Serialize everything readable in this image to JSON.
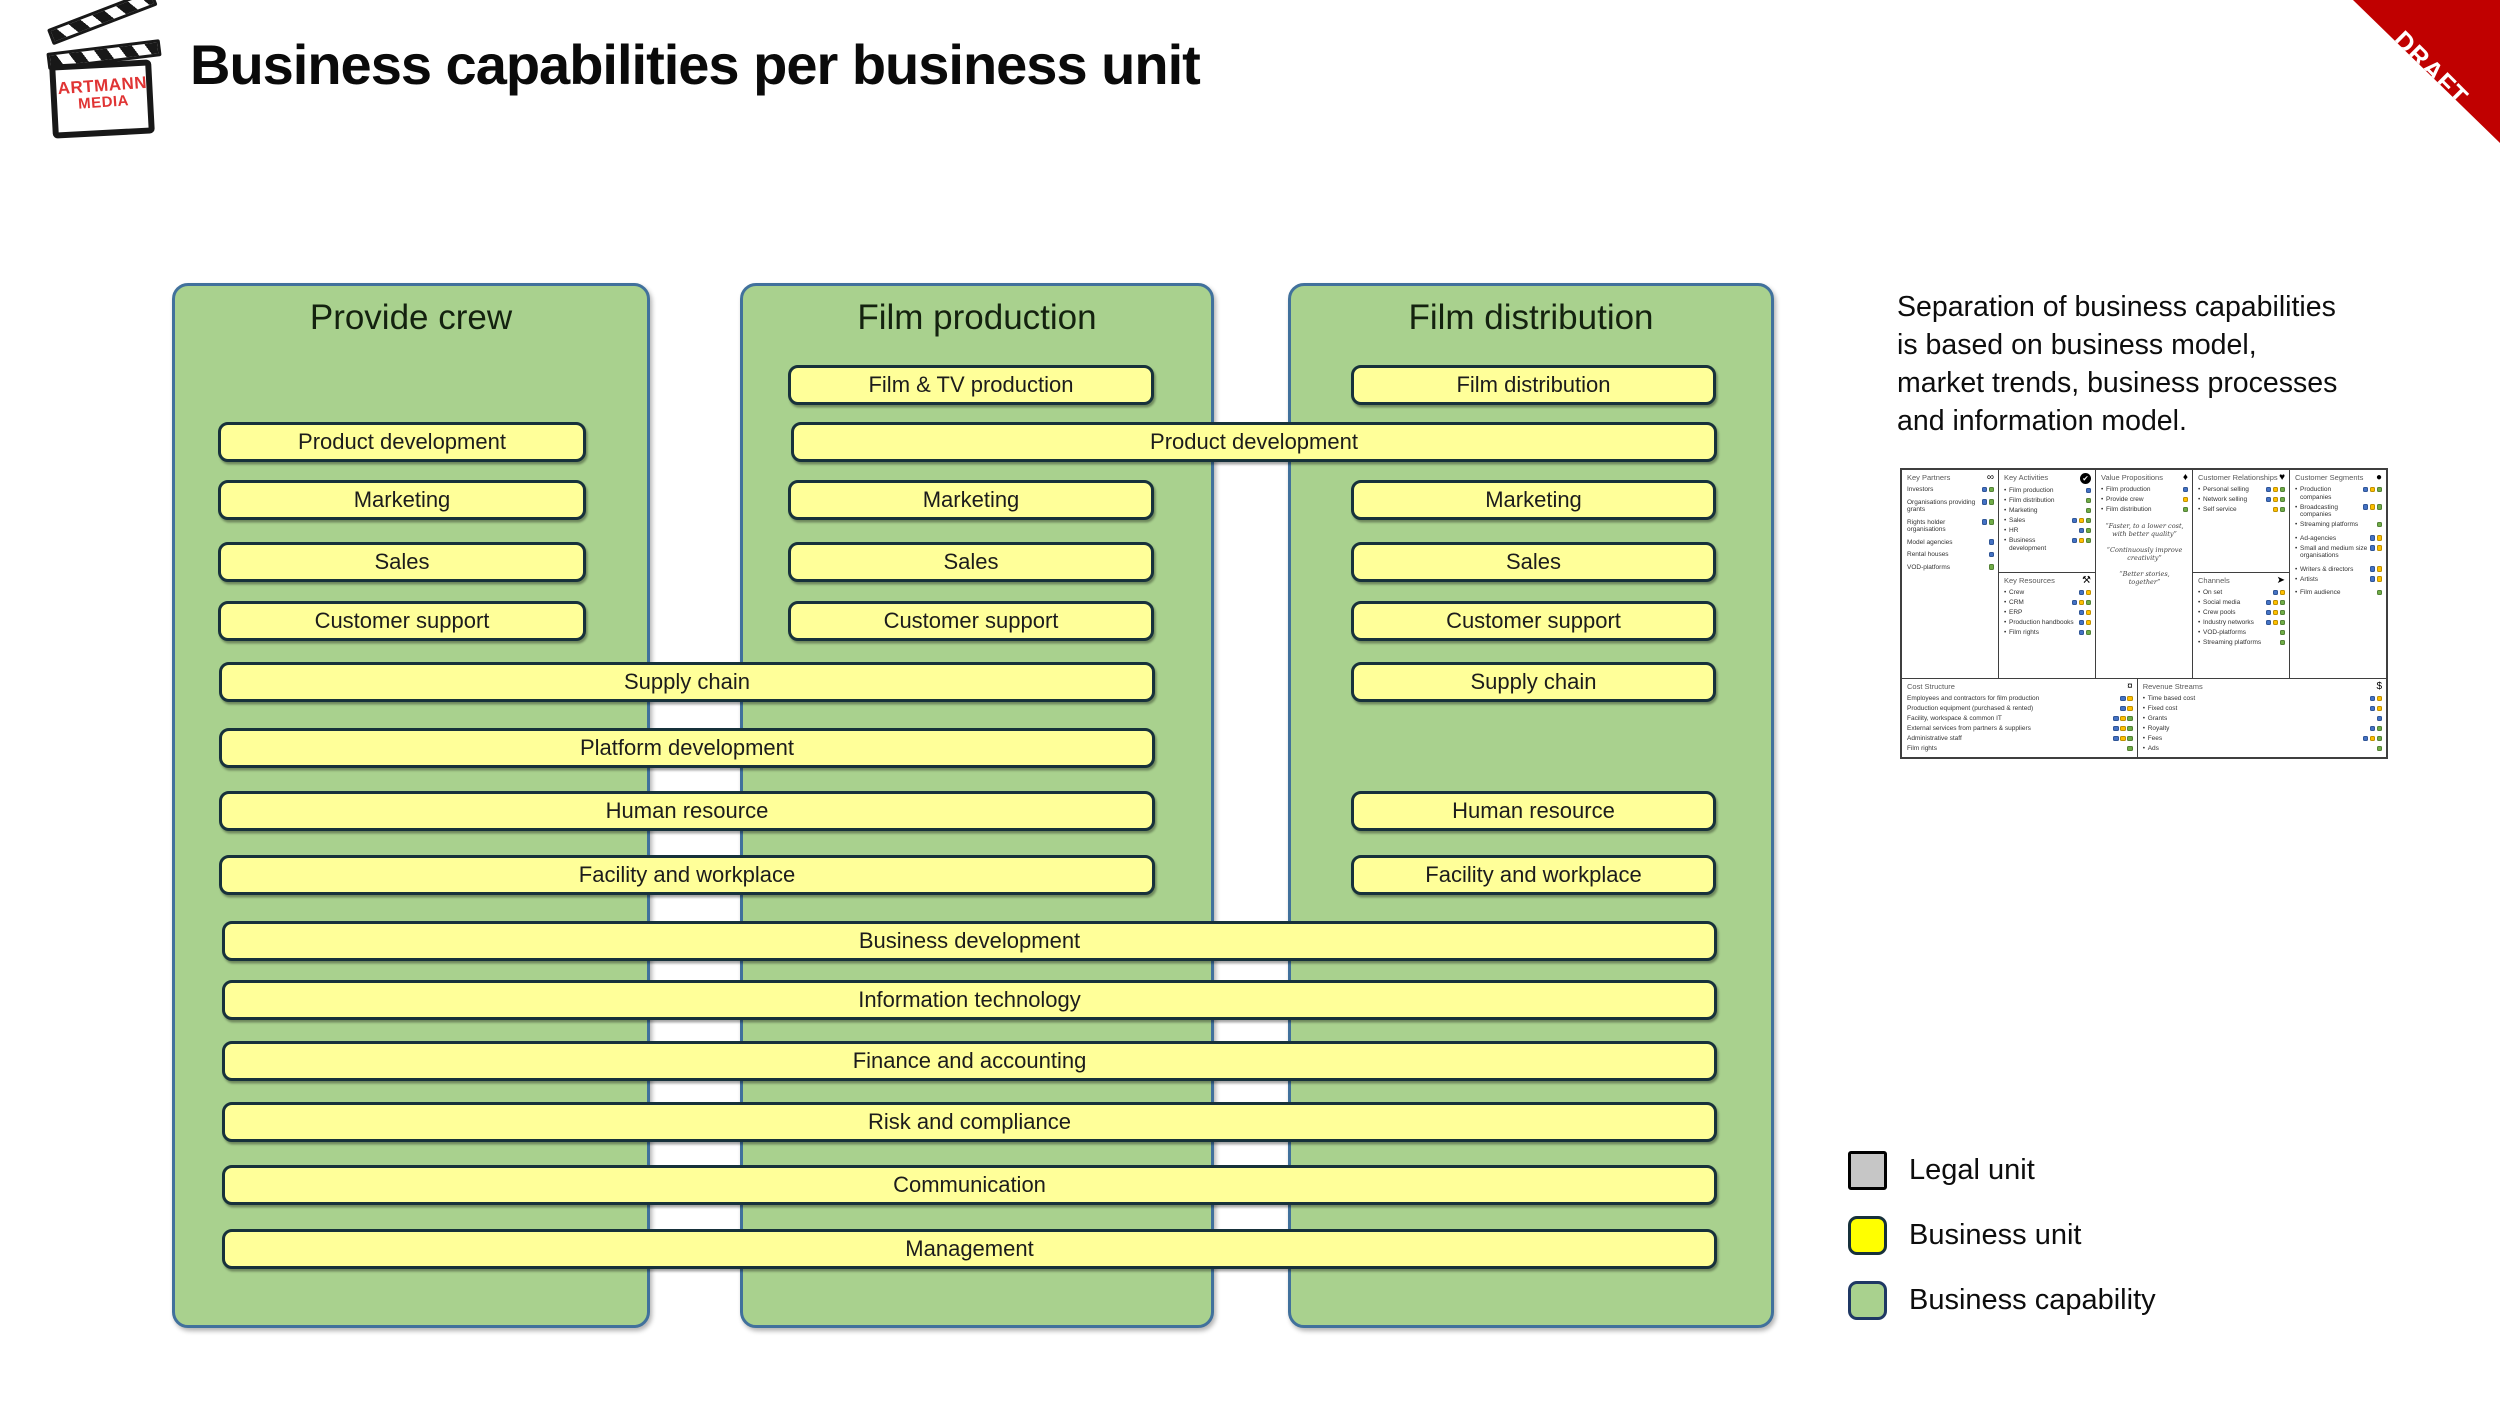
{
  "page": {
    "title": "Business capabilities per business unit",
    "draft_label": "DRAFT",
    "logo_line1": "ARTMANN",
    "logo_line2": "MEDIA",
    "side_note": "Separation of business capabilities\nis based on business model,\nmarket trends, business processes\nand information model."
  },
  "colors": {
    "column_green": "#a9d18e",
    "column_border": "#41719c",
    "box_yellow": "#ffff99",
    "box_border": "#17313b",
    "legend_gray": "#c6c6c6",
    "legend_yellow": "#ffff00",
    "ribbon_red": "#c00000",
    "logo_red": "#e03434",
    "chip_blue": "#4472c4",
    "chip_yellow": "#ffc000",
    "chip_green": "#70ad47"
  },
  "columns": [
    {
      "id": "provide-crew",
      "title": "Provide crew"
    },
    {
      "id": "film-production",
      "title": "Film production"
    },
    {
      "id": "film-distribution",
      "title": "Film distribution"
    }
  ],
  "capabilities": {
    "boxes": [
      {
        "label": "Film & TV production",
        "slot": "col2",
        "row": 0
      },
      {
        "label": "Film distribution",
        "slot": "col3",
        "row": 0
      },
      {
        "label": "Product development",
        "slot": "col1",
        "row": 1
      },
      {
        "label": "Product development",
        "slot": "span23",
        "row": 1
      },
      {
        "label": "Marketing",
        "slot": "col1",
        "row": 2
      },
      {
        "label": "Marketing",
        "slot": "col2",
        "row": 2
      },
      {
        "label": "Marketing",
        "slot": "col3",
        "row": 2
      },
      {
        "label": "Sales",
        "slot": "col1",
        "row": 3
      },
      {
        "label": "Sales",
        "slot": "col2",
        "row": 3
      },
      {
        "label": "Sales",
        "slot": "col3",
        "row": 3
      },
      {
        "label": "Customer support",
        "slot": "col1",
        "row": 4
      },
      {
        "label": "Customer support",
        "slot": "col2",
        "row": 4
      },
      {
        "label": "Customer support",
        "slot": "col3",
        "row": 4
      },
      {
        "label": "Supply chain",
        "slot": "span12",
        "row": 5
      },
      {
        "label": "Supply chain",
        "slot": "col3",
        "row": 5
      },
      {
        "label": "Platform development",
        "slot": "span12",
        "row": 6
      },
      {
        "label": "Human resource",
        "slot": "span12",
        "row": 7
      },
      {
        "label": "Human resource",
        "slot": "col3",
        "row": 7
      },
      {
        "label": "Facility and workplace",
        "slot": "span12",
        "row": 8
      },
      {
        "label": "Facility and workplace",
        "slot": "col3",
        "row": 8
      },
      {
        "label": "Business development",
        "slot": "span123",
        "row": 9
      },
      {
        "label": "Information technology",
        "slot": "span123",
        "row": 10
      },
      {
        "label": "Finance and accounting",
        "slot": "span123",
        "row": 11
      },
      {
        "label": "Risk and compliance",
        "slot": "span123",
        "row": 12
      },
      {
        "label": "Communication",
        "slot": "span123",
        "row": 13
      },
      {
        "label": "Management",
        "slot": "span123",
        "row": 14
      }
    ]
  },
  "business_model_canvas": {
    "sections": {
      "key_partners": {
        "title": "Key Partners",
        "icon": "chain-icon",
        "bullets": false,
        "items": [
          {
            "label": "Investors",
            "chips": [
              "blue",
              "green"
            ]
          },
          {
            "label": "Organisations providing grants",
            "chips": [
              "blue",
              "green"
            ]
          },
          {
            "label": "Rights holder organisations",
            "chips": [
              "blue",
              "green"
            ]
          },
          {
            "label": "Model agencies",
            "chips": [
              "blue"
            ]
          },
          {
            "label": "Rental houses",
            "chips": [
              "blue"
            ]
          },
          {
            "label": "VOD-platforms",
            "chips": [
              "green"
            ]
          }
        ]
      },
      "key_activities": {
        "title": "Key Activities",
        "icon": "check-icon",
        "bullets": true,
        "items": [
          {
            "label": "Film production",
            "chips": [
              "blue"
            ]
          },
          {
            "label": "Film distribution",
            "chips": [
              "green"
            ]
          },
          {
            "label": "Marketing",
            "chips": [
              "green"
            ]
          },
          {
            "label": "Sales",
            "chips": [
              "blue",
              "yellow",
              "green"
            ]
          },
          {
            "label": "HR",
            "chips": [
              "blue",
              "green"
            ]
          },
          {
            "label": "Business development",
            "chips": [
              "blue",
              "yellow",
              "green"
            ]
          }
        ]
      },
      "key_resources": {
        "title": "Key Resources",
        "icon": "factory-icon",
        "bullets": true,
        "items": [
          {
            "label": "Crew",
            "chips": [
              "blue",
              "yellow"
            ]
          },
          {
            "label": "CRM",
            "chips": [
              "blue",
              "yellow",
              "green"
            ]
          },
          {
            "label": "ERP",
            "chips": [
              "blue",
              "yellow"
            ]
          },
          {
            "label": "Production handbooks",
            "chips": [
              "blue",
              "yellow"
            ]
          },
          {
            "label": "Film rights",
            "chips": [
              "blue",
              "green"
            ]
          }
        ]
      },
      "value_propositions": {
        "title": "Value Propositions",
        "icon": "gift-icon",
        "bullets": true,
        "items": [
          {
            "label": "Film production",
            "chips": [
              "blue"
            ]
          },
          {
            "label": "Provide crew",
            "chips": [
              "yellow"
            ]
          },
          {
            "label": "Film distribution",
            "chips": [
              "green"
            ]
          }
        ],
        "quotes": [
          "“Faster, to a lower cost, with better quality”",
          "“Continuously improve creativity”",
          "“Better stories, together”"
        ]
      },
      "customer_relationships": {
        "title": "Customer Relationships",
        "icon": "heart-icon",
        "bullets": true,
        "items": [
          {
            "label": "Personal selling",
            "chips": [
              "blue",
              "yellow",
              "green"
            ]
          },
          {
            "label": "Network selling",
            "chips": [
              "blue",
              "yellow",
              "green"
            ]
          },
          {
            "label": "Self service",
            "chips": [
              "yellow",
              "green"
            ]
          }
        ]
      },
      "channels": {
        "title": "Channels",
        "icon": "truck-icon",
        "bullets": true,
        "items": [
          {
            "label": "On set",
            "chips": [
              "blue",
              "yellow"
            ]
          },
          {
            "label": "Social media",
            "chips": [
              "blue",
              "yellow",
              "green"
            ]
          },
          {
            "label": "Crew pools",
            "chips": [
              "blue",
              "yellow",
              "green"
            ]
          },
          {
            "label": "Industry networks",
            "chips": [
              "blue",
              "yellow",
              "green"
            ]
          },
          {
            "label": "VOD-platforms",
            "chips": [
              "green"
            ]
          },
          {
            "label": "Streaming platforms",
            "chips": [
              "green"
            ]
          }
        ]
      },
      "customer_segments": {
        "title": "Customer Segments",
        "icon": "person-icon",
        "bullets": true,
        "items": [
          {
            "label": "Production companies",
            "chips": [
              "blue",
              "yellow",
              "green"
            ]
          },
          {
            "label": "Broadcasting companies",
            "chips": [
              "blue",
              "yellow",
              "green"
            ]
          },
          {
            "label": "Streaming platforms",
            "chips": [
              "green"
            ]
          },
          {
            "label": "Ad-agencies",
            "chips": [
              "blue",
              "yellow"
            ],
            "gap_before": true
          },
          {
            "label": "Small and medium size organisations",
            "chips": [
              "blue",
              "yellow"
            ]
          },
          {
            "label": "Writers & directors",
            "chips": [
              "blue",
              "yellow"
            ],
            "gap_before": true
          },
          {
            "label": "Artists",
            "chips": [
              "blue",
              "yellow"
            ]
          },
          {
            "label": "Film audience",
            "chips": [
              "green"
            ],
            "gap_before": true
          }
        ]
      },
      "cost_structure": {
        "title": "Cost Structure",
        "icon": "tag-icon",
        "bullets": false,
        "items": [
          {
            "label": "Employees and contractors for film production",
            "chips": [
              "blue",
              "yellow"
            ]
          },
          {
            "label": "Production equipment (purchased & rented)",
            "chips": [
              "blue",
              "yellow"
            ]
          },
          {
            "label": "Facility, workspace & common IT",
            "chips": [
              "blue",
              "yellow",
              "green"
            ]
          },
          {
            "label": "External services from partners & suppliers",
            "chips": [
              "blue",
              "yellow",
              "green"
            ]
          },
          {
            "label": "Administrative staff",
            "chips": [
              "blue",
              "yellow",
              "green"
            ]
          },
          {
            "label": "Film rights",
            "chips": [
              "green"
            ]
          }
        ]
      },
      "revenue_streams": {
        "title": "Revenue Streams",
        "icon": "money-icon",
        "bullets": true,
        "items": [
          {
            "label": "Time based cost",
            "chips": [
              "blue",
              "yellow"
            ]
          },
          {
            "label": "Fixed cost",
            "chips": [
              "blue",
              "yellow"
            ]
          },
          {
            "label": "Grants",
            "chips": [
              "blue"
            ]
          },
          {
            "label": "Royalty",
            "chips": [
              "blue",
              "green"
            ]
          },
          {
            "label": "Fees",
            "chips": [
              "blue",
              "yellow",
              "green"
            ]
          },
          {
            "label": "Ads",
            "chips": [
              "green"
            ]
          }
        ]
      }
    }
  },
  "legend": {
    "items": [
      {
        "label": "Legal unit",
        "swatch": "gray"
      },
      {
        "label": "Business unit",
        "swatch": "yellow"
      },
      {
        "label": "Business capability",
        "swatch": "green"
      }
    ]
  }
}
